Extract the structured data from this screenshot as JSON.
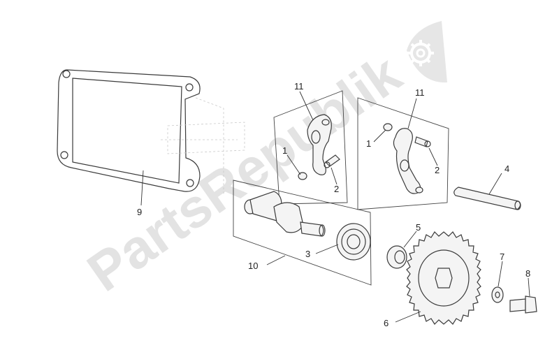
{
  "watermark": {
    "text": "PartsRepublik",
    "logo_icon": "gear-icon"
  },
  "callouts": {
    "c1a": "1",
    "c2a": "2",
    "c11a": "11",
    "c1b": "1",
    "c2b": "2",
    "c11b": "11",
    "c3": "3",
    "c4": "4",
    "c5": "5",
    "c6": "6",
    "c7": "7",
    "c8": "8",
    "c9": "9",
    "c10": "10"
  }
}
